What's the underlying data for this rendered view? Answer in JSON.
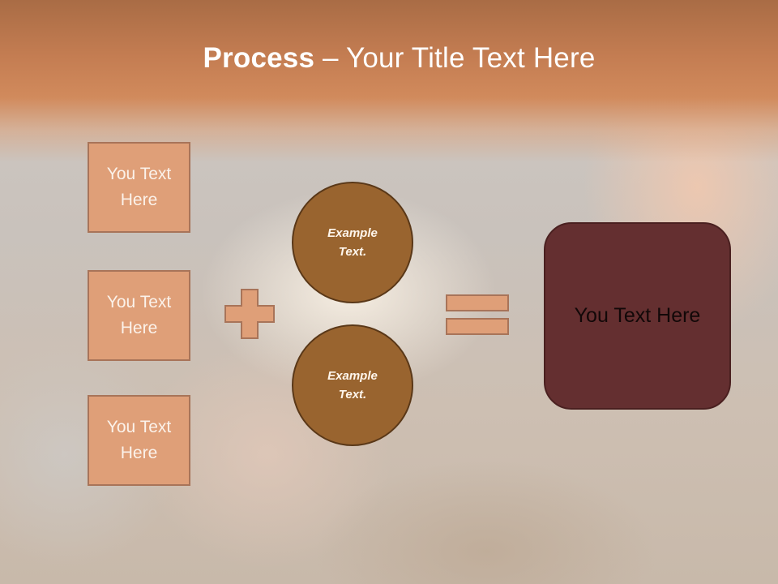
{
  "title": {
    "bold": "Process",
    "rest": " – Your Title Text Here"
  },
  "left_boxes": [
    {
      "label": "You Text Here"
    },
    {
      "label": "You Text Here"
    },
    {
      "label": "You Text Here"
    }
  ],
  "operators": {
    "plus": "plus-icon",
    "equals": "equals-icon"
  },
  "circles": [
    {
      "label": "Example Text."
    },
    {
      "label": "Example Text."
    }
  ],
  "result_box": {
    "label": "You Text Here"
  },
  "colors": {
    "header": "#c47d52",
    "box_fill": "#df9f78",
    "box_border": "#a87459",
    "circle_fill": "#99642f",
    "circle_border": "#5a3818",
    "result_fill": "#642f30"
  }
}
